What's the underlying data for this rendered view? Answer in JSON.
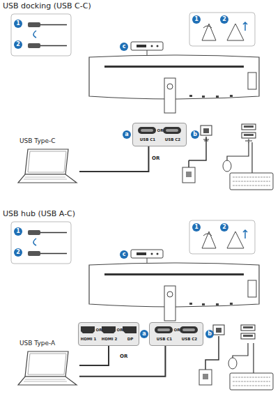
{
  "diagram": {
    "nodes": [
      {
        "text": [
          "USB Type-C"
        ]
      },
      {
        "text": [
          "USB C1",
          "OR",
          "USB C2"
        ]
      },
      {
        "text": [
          "USB Type-A"
        ]
      },
      {
        "text": [
          "HDMI 1",
          "OR",
          "HDMI 2",
          "OR",
          "DP"
        ]
      },
      {
        "text": [
          "USB C1",
          "OR",
          "USB C2"
        ]
      }
    ],
    "edges": [
      {
        "from": 0,
        "to": 1,
        "arrow": "none"
      },
      {
        "from": 2,
        "to": 3,
        "arrow": "none"
      },
      {
        "from": 2,
        "to": 4,
        "arrow": "none"
      }
    ],
    "labels": [
      "USB docking (USB C-C)",
      "1",
      "2",
      "c",
      "1",
      "2",
      "a",
      "b",
      "OR",
      "USB hub (USB A-C)",
      "1",
      "2",
      "c",
      "1",
      "2",
      "a",
      "b",
      "OR"
    ]
  }
}
